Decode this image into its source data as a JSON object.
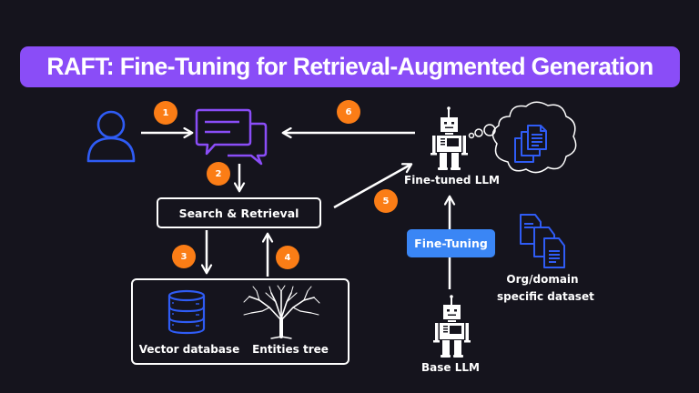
{
  "title": "RAFT: Fine-Tuning for Retrieval-Augmented Generation",
  "nodes": {
    "user": {
      "icon": "user-icon"
    },
    "chat": {
      "icon": "chat-bubbles-icon"
    },
    "search": {
      "label": "Search & Retrieval"
    },
    "vector_db": {
      "label": "Vector database",
      "icon": "database-icon"
    },
    "entities_tree": {
      "label": "Entities tree",
      "icon": "tree-icon"
    },
    "fine_tuned_llm": {
      "label": "Fine-tuned LLM",
      "icon": "robot-icon",
      "thought_icon": "documents-icon"
    },
    "fine_tuning": {
      "label": "Fine-Tuning"
    },
    "dataset": {
      "label_line1": "Org/domain",
      "label_line2": "specific dataset",
      "icon": "documents-icon"
    },
    "base_llm": {
      "label": "Base LLM",
      "icon": "robot-icon"
    }
  },
  "steps": [
    "1",
    "2",
    "3",
    "4",
    "5",
    "6"
  ],
  "colors": {
    "background": "#15141d",
    "title_bg": "#8a4df7",
    "badge": "#fb7d16",
    "user_blue": "#2f5cf5",
    "chat_purple": "#8a4df7",
    "fine_tuning_chip": "#3a86f5",
    "line": "#ffffff"
  }
}
